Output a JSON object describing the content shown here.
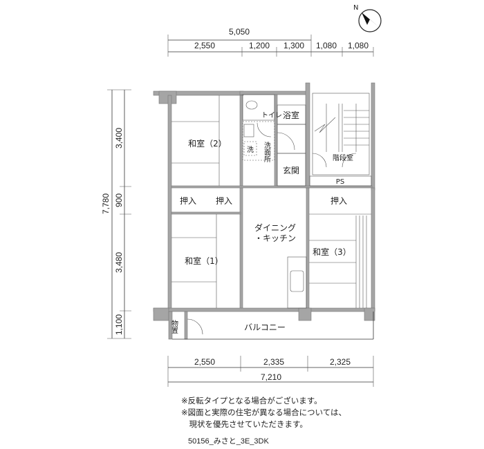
{
  "dimensions": {
    "top_total": "5,050",
    "top_segments": [
      "2,550",
      "1,200",
      "1,300",
      "1,080",
      "1,080"
    ],
    "left_total": "7,780",
    "left_segments": [
      "3,400",
      "900",
      "3,480",
      "1,100"
    ],
    "bottom_segments": [
      "2,550",
      "2,335",
      "2,325"
    ],
    "bottom_total": "7,210"
  },
  "compass": {
    "label": "N"
  },
  "rooms": {
    "washitsu2": "和室（2）",
    "toilet": "トイレ",
    "bath": "浴室",
    "washroom": "洗面所",
    "washer": "洗",
    "entrance": "玄関",
    "stairs": "階段室",
    "ps": "PS",
    "closet1": "押入",
    "closet2": "押入",
    "closet3": "押入",
    "dk_line1": "ダイニング",
    "dk_line2": "・キッチン",
    "washitsu1": "和室（1）",
    "washitsu3": "和室（3）",
    "storage": "物置",
    "balcony": "バルコニー"
  },
  "notes": [
    "※反転タイプとなる場合がございます。",
    "※図面と実際の住宅が異なる場合については、",
    "　現状を優先させていただきます。"
  ],
  "plan_code": "50156_みさと_3E_3DK"
}
